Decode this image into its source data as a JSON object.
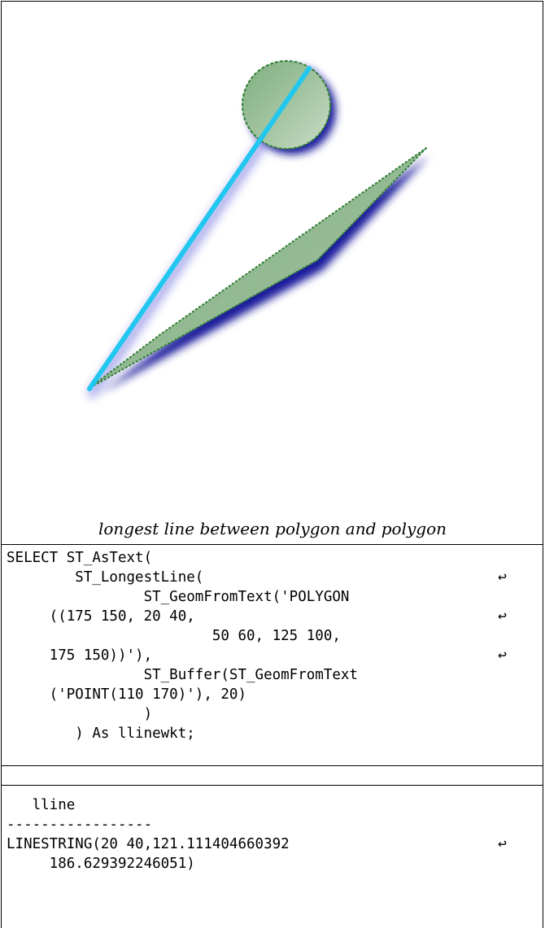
{
  "figure": {
    "caption": "longest line between polygon and polygon",
    "colors": {
      "fill": "#8db58c",
      "outline": "#2e7d32",
      "shadow": "#1c1c9c",
      "line": "#22c7ef"
    }
  },
  "code": {
    "lines": [
      "SELECT ST_AsText(",
      "        ST_LongestLine(",
      "                ST_GeomFromText('POLYGON",
      "     ((175 150, 20 40,",
      "                        50 60, 125 100,",
      "     175 150))'),",
      "                ST_Buffer(ST_GeomFromText",
      "     ('POINT(110 170)'), 20)",
      "                )",
      "        ) As llinewkt;"
    ],
    "continuation_glyph": "↩"
  },
  "result": {
    "lines": [
      "   lline",
      "-----------------",
      "LINESTRING(20 40,121.111404660392",
      "     186.629392246051)"
    ]
  }
}
